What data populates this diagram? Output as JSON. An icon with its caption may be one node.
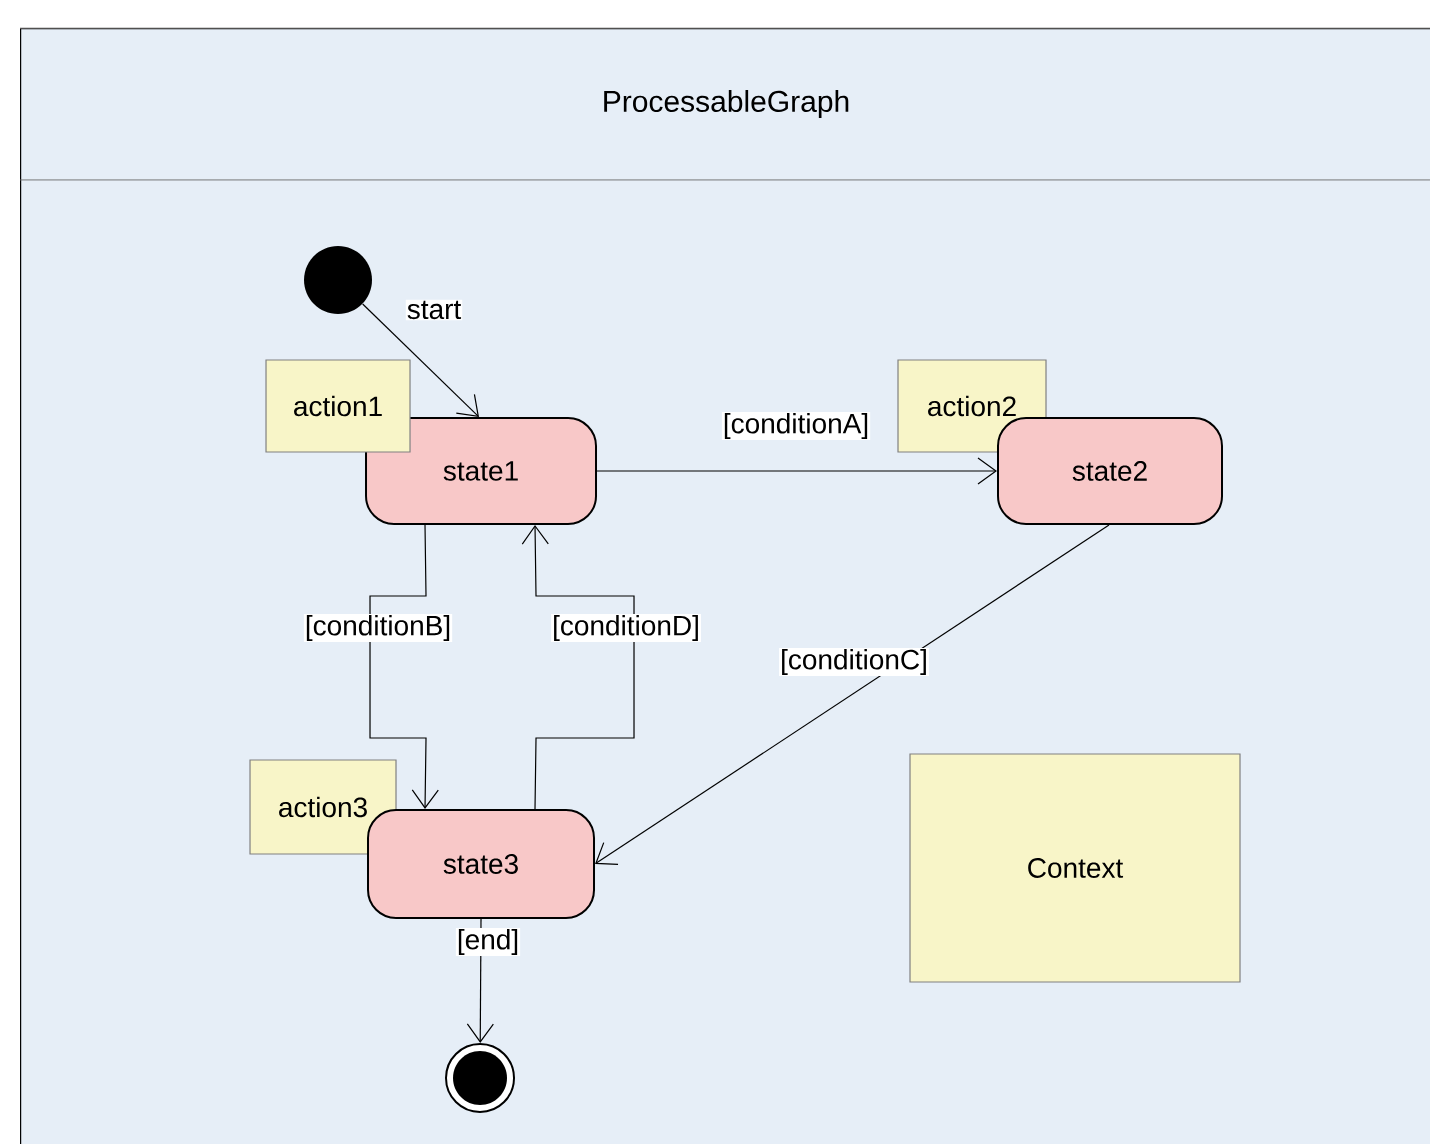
{
  "diagram": {
    "nodes": [
      {
        "text": [
          "ProcessableGraph"
        ]
      },
      {
        "text": [],
        "shape": "circle",
        "in": 0
      },
      {
        "text": [
          "state1"
        ],
        "in": 0
      },
      {
        "text": [
          "action1"
        ],
        "in": 0
      },
      {
        "text": [
          "action2"
        ],
        "in": 0
      },
      {
        "text": [
          "state2"
        ],
        "in": 0
      },
      {
        "text": [
          "action3"
        ],
        "in": 0
      },
      {
        "text": [
          "state3"
        ],
        "in": 0
      },
      {
        "text": [
          "Context"
        ],
        "in": 0
      },
      {
        "text": [],
        "shape": "circle",
        "in": 0
      }
    ],
    "edges": [
      {
        "from": 1,
        "to": 2,
        "arrow": "to",
        "label": "start"
      },
      {
        "from": 2,
        "to": 5,
        "arrow": "to",
        "label": "[conditionA]"
      },
      {
        "from": 2,
        "to": 7,
        "arrow": "to",
        "label": "[conditionB]"
      },
      {
        "from": 7,
        "to": 2,
        "arrow": "to",
        "label": "[conditionD]"
      },
      {
        "from": 5,
        "to": 7,
        "arrow": "to",
        "label": "[conditionC]"
      },
      {
        "from": 7,
        "to": 9,
        "arrow": "to",
        "label": "[end]"
      }
    ]
  }
}
